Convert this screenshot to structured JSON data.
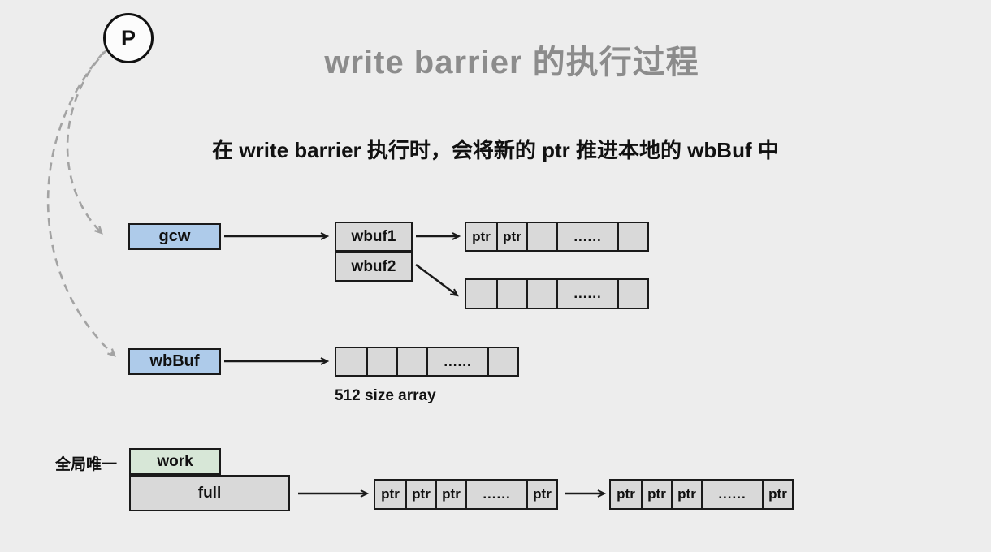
{
  "page": {
    "title": "write barrier 的执行过程",
    "subtitle": "在 write barrier 执行时，会将新的 ptr 推进本地的 wbBuf 中",
    "background": "#ededed"
  },
  "colors": {
    "blue_box": "#aecbea",
    "gray_box": "#d9d9d9",
    "green_box": "#d7e7d7",
    "title_gray": "#8c8c8c",
    "solid_arrow": "#1a1a1a",
    "dashed_arrow": "#a3a3a3"
  },
  "nodes": {
    "processor": "P",
    "gcw": "gcw",
    "wbuf1": "wbuf1",
    "wbuf2": "wbuf2",
    "wbbuf": "wbBuf",
    "work": "work",
    "full": "full"
  },
  "labels": {
    "global_unique": "全局唯一",
    "array_size": "512 size array"
  },
  "arrays": {
    "wbuf1_array": {
      "cells": [
        "ptr",
        "ptr",
        "",
        "......",
        ""
      ]
    },
    "wbuf2_array": {
      "cells": [
        "",
        "",
        "",
        "......",
        ""
      ]
    },
    "wbbuf_array": {
      "cells": [
        "",
        "",
        "",
        "......",
        ""
      ]
    },
    "full_array_1": {
      "cells": [
        "ptr",
        "ptr",
        "ptr",
        "......",
        "ptr"
      ]
    },
    "full_array_2": {
      "cells": [
        "ptr",
        "ptr",
        "ptr",
        "......",
        "ptr"
      ]
    }
  }
}
